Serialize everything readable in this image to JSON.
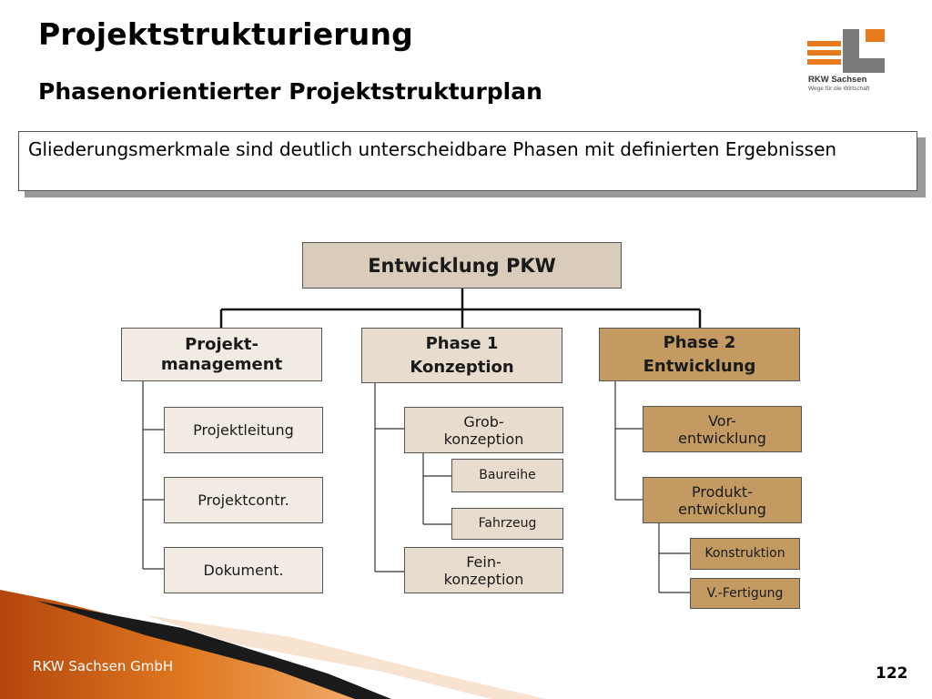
{
  "title": "Projektstrukturierung",
  "subtitle": "Phasenorientierter Projektstrukturplan",
  "logo": {
    "name": "RKW Sachsen",
    "tagline": "Wege für die Wirtschaft",
    "colors": {
      "orange": "#e87a1e",
      "gray": "#7a7a7a"
    }
  },
  "callout": "Gliederungsmerkmale sind deutlich unterscheidbare Phasen mit definierten Ergebnissen",
  "tree": {
    "root": "Entwicklung PKW",
    "columns": [
      {
        "header": "Projekt-\nmanagement",
        "children": [
          {
            "label": "Projektleitung"
          },
          {
            "label": "Projektcontr."
          },
          {
            "label": "Dokument."
          }
        ]
      },
      {
        "header": "Phase 1\nKonzeption",
        "children": [
          {
            "label": "Grob-\nkonzeption",
            "children": [
              "Baureihe",
              "Fahrzeug"
            ]
          },
          {
            "label": "Fein-\nkonzeption"
          }
        ]
      },
      {
        "header": "Phase 2\nEntwicklung",
        "children": [
          {
            "label": "Vor-\nentwicklung"
          },
          {
            "label": "Produkt-\nentwicklung",
            "children": [
              "Konstruktion",
              "V.-Fertigung"
            ]
          }
        ]
      }
    ]
  },
  "colors": {
    "root_fill": "#d9ccbb",
    "pm_fill": "#f1ebe3",
    "phase1_fill": "#e7dccd",
    "phase2_fill": "#c29a62",
    "footer_orange": "#d9681a"
  },
  "footer": {
    "company": "RKW Sachsen GmbH",
    "page": "122"
  }
}
